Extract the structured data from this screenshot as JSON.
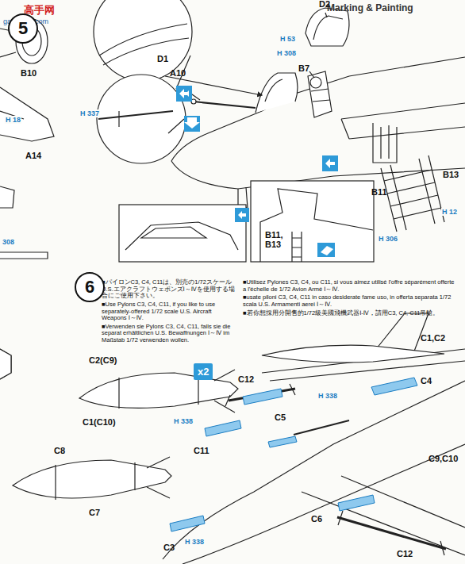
{
  "diagram": {
    "nodes": [
      {
        "text": [
          "5"
        ]
      },
      {
        "text": [
          "6"
        ]
      },
      {
        "text": [
          "x2"
        ]
      }
    ],
    "edges": [],
    "labels": [
      "Marking & Painting",
      "高手网",
      "gao-shou.com",
      "B10",
      "A14",
      "H 18",
      "H 337",
      "A10",
      "D1",
      "D2",
      "H 53",
      "H 308",
      "B7",
      "B11",
      "B13",
      "H 12",
      "H 306",
      "308",
      "B11, B13",
      "■パイロンC3, C4, C11は、別売の1/72スケールU.S.エアクラフトウェポンズⅠ～Ⅳを使用する場合にご使用下さい。",
      "■Use Pylons C3, C4, C11, if you like to use separately-offered 1/72 scale U.S. Aircraft Weapons Ⅰ～Ⅳ.",
      "■Verwenden sie Pylons C3, C4, C11, falls sie die separat erhältlichen U.S. Bewaffnungen Ⅰ～Ⅳ im Maßstab 1/72 verwenden wollen.",
      "■Utilisez Pylones C3, C4, ou C11, si vous aimez utilisé l'offre séparément offerte a l'échelle de 1/72 Avion Armé Ⅰ～Ⅳ.",
      "■usate piloni C3, C4, C11 in caso desiderate fame uso, in offerta separata 1/72 scala U.S. Armamenti aerei Ⅰ～Ⅳ.",
      "■若你想採用分開售的1/72級美國飛機武器Ⅰ-Ⅳ，請用C3, C4, C11吊艙。",
      "C2(C9)",
      "C1,C2",
      "C12",
      "C4",
      "C5",
      "H 338",
      "H 338",
      "C1(C10)",
      "C11",
      "C9,C10",
      "C8",
      "C7",
      "C6",
      "C3",
      "H 338",
      "C12"
    ]
  }
}
